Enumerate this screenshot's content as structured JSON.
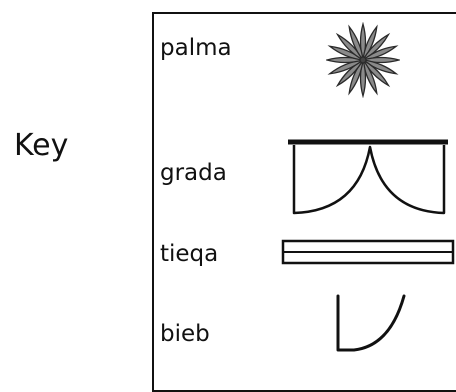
{
  "title": "Key",
  "legend": {
    "items": [
      {
        "label": "palma",
        "icon": "palm-tree-icon"
      },
      {
        "label": "grada",
        "icon": "grandstand-icon"
      },
      {
        "label": "tieqa",
        "icon": "window-icon"
      },
      {
        "label": "bieb",
        "icon": "door-icon"
      }
    ]
  }
}
